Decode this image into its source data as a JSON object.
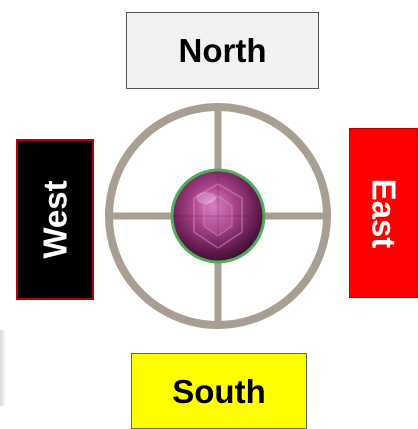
{
  "directions": {
    "north": "North",
    "south": "South",
    "west": "West",
    "east": "East"
  },
  "colors": {
    "north_fill": "#f2f2f2",
    "south_fill": "#ffff00",
    "west_fill": "#000000",
    "east_fill": "#ff0000",
    "compass_ring": "#a89e92",
    "gem": "#8a2a6a",
    "gem_rim": "#4fae5a"
  },
  "icons": {
    "center": "gem-icon",
    "compass": "compass-crosshair-icon"
  }
}
